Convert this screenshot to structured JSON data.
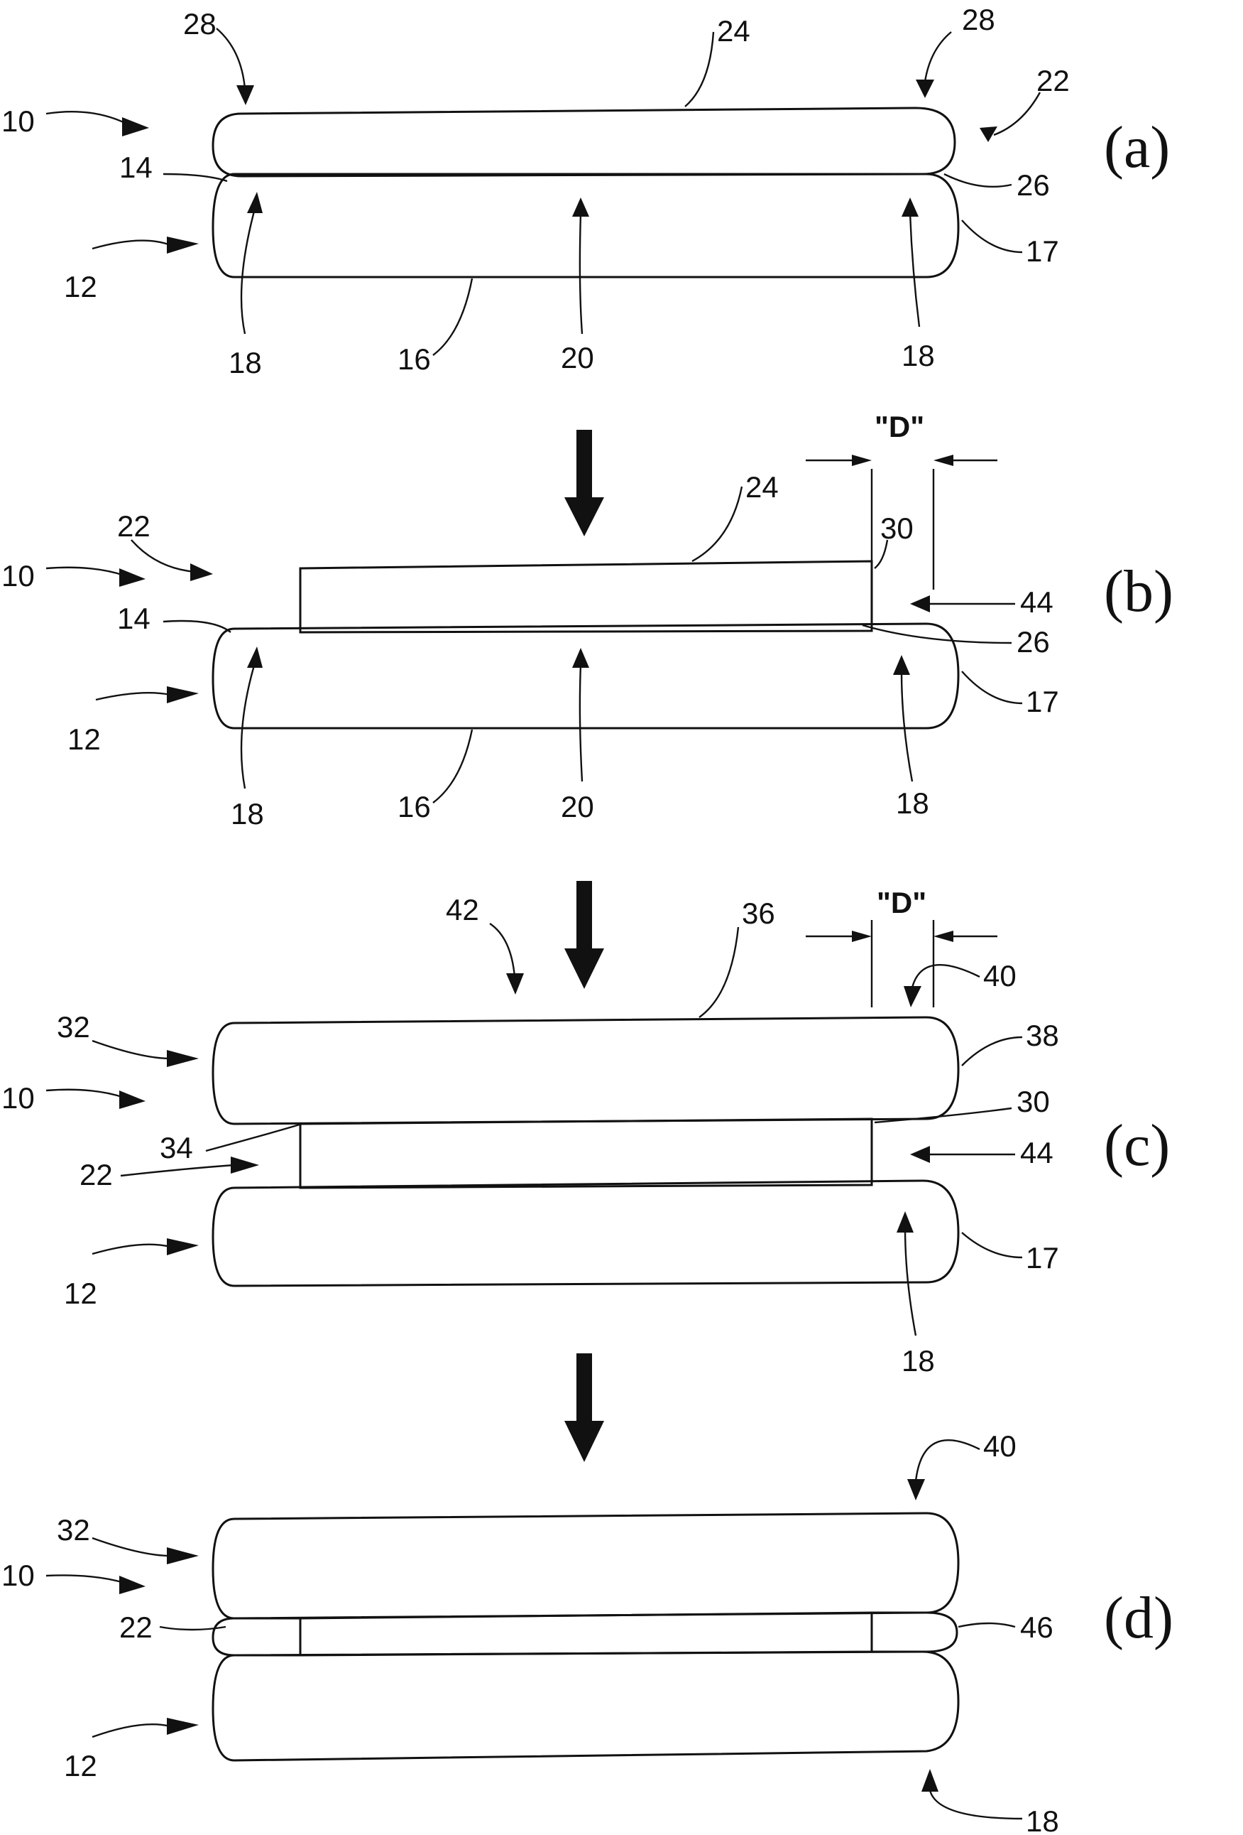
{
  "figure": {
    "panels": [
      {
        "id": "a",
        "panel_label": "(a)",
        "labels": {
          "l28_left": "28",
          "l28_right": "28",
          "l24": "24",
          "l22": "22",
          "l10": "10",
          "l14": "14",
          "l26": "26",
          "l12": "12",
          "l17": "17",
          "l18_left": "18",
          "l16": "16",
          "l20": "20",
          "l18_right": "18"
        }
      },
      {
        "id": "b",
        "panel_label": "(b)",
        "dimension": "\"D\"",
        "labels": {
          "l24": "24",
          "l22": "22",
          "l30": "30",
          "l10": "10",
          "l44": "44",
          "l14": "14",
          "l26": "26",
          "l12": "12",
          "l17": "17",
          "l18_left": "18",
          "l16": "16",
          "l20": "20",
          "l18_right": "18"
        }
      },
      {
        "id": "c",
        "panel_label": "(c)",
        "dimension": "\"D\"",
        "labels": {
          "l42": "42",
          "l36": "36",
          "l40": "40",
          "l32": "32",
          "l38": "38",
          "l10": "10",
          "l30": "30",
          "l34": "34",
          "l44": "44",
          "l22": "22",
          "l12": "12",
          "l17": "17",
          "l18": "18"
        }
      },
      {
        "id": "d",
        "panel_label": "(d)",
        "labels": {
          "l40": "40",
          "l32": "32",
          "l10": "10",
          "l22": "22",
          "l46": "46",
          "l12": "12",
          "l18": "18"
        }
      }
    ]
  }
}
